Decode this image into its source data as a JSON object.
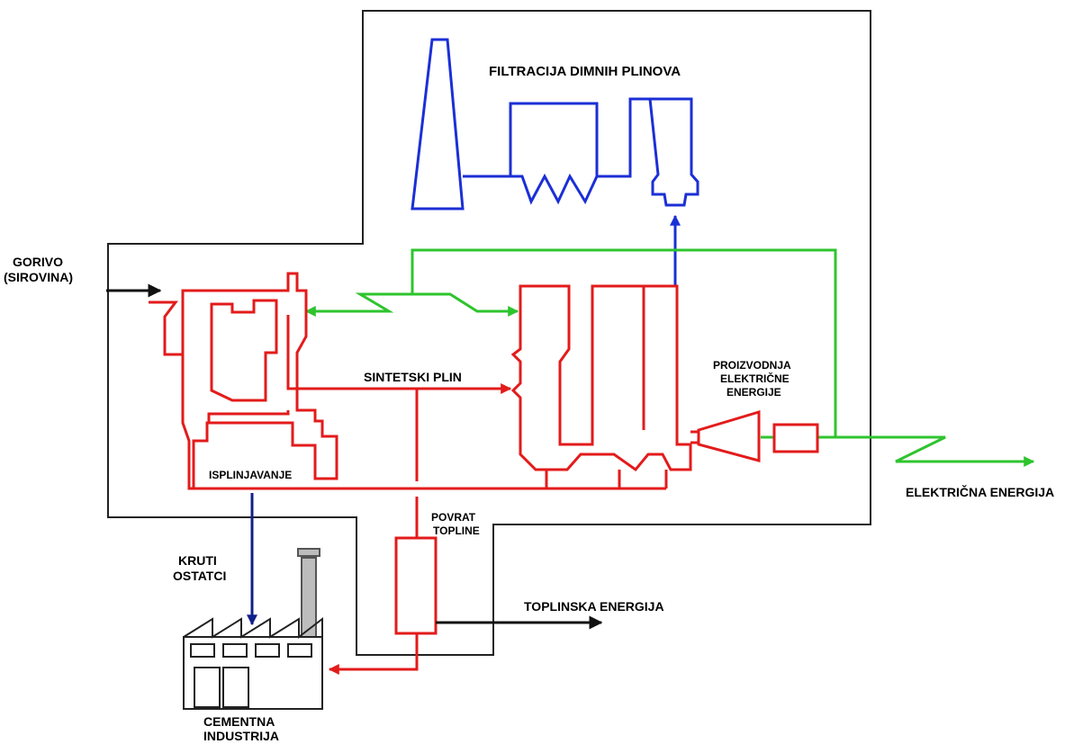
{
  "labels": {
    "fuel_line1": "GORIVO",
    "fuel_line2": "(SIROVINA)",
    "flue_gas_filtration": "FILTRACIJA DIMNIH PLINOVA",
    "syngas": "SINTETSKI PLIN",
    "gasification": "ISPLINJAVANJE",
    "power_gen_line1": "PROIZVODNJA",
    "power_gen_line2": "ELEKTRIČNE",
    "power_gen_line3": "ENERGIJE",
    "electric_energy": "ELEKTRIČNA ENERGIJA",
    "heat_recovery_line1": "POVRAT",
    "heat_recovery_line2": "TOPLINE",
    "solid_residue_line1": "KRUTI",
    "solid_residue_line2": "OSTATCI",
    "thermal_energy": "TOPLINSKA ENERGIJA",
    "cement_line1": "CEMENTNA",
    "cement_line2": "INDUSTRIJA"
  },
  "colors": {
    "gasification_process": "#e31b1b",
    "flue_gas_treatment": "#1b2fd6",
    "steam_power": "#2ec42e",
    "solid_residue": "#10208a",
    "boundary_and_outputs": "#222222"
  }
}
